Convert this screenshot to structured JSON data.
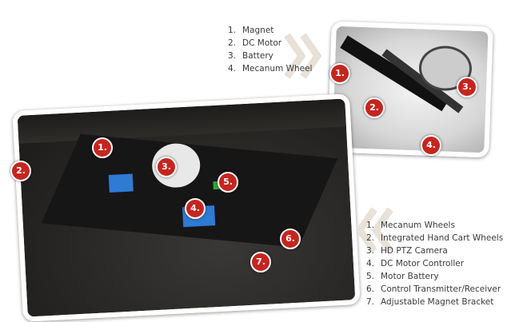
{
  "top_list": [
    "Magnet",
    "DC Motor",
    "Battery",
    "Mecanum Wheel"
  ],
  "bottom_list": [
    "Mecanum Wheels",
    "Integrated Hand Cart Wheels",
    "HD PTZ Camera",
    "DC Motor Controller",
    "Motor Battery",
    "Control Transmitter/Receiver",
    "Adjustable Magnet Bracket"
  ],
  "numbers": {
    "n1": "1.",
    "n2": "2.",
    "n3": "3.",
    "n4": "4.",
    "n5": "5.",
    "n6": "6.",
    "n7": "7."
  },
  "colors": {
    "marker": "#c5251f",
    "chevron": "#e7e1d8"
  }
}
